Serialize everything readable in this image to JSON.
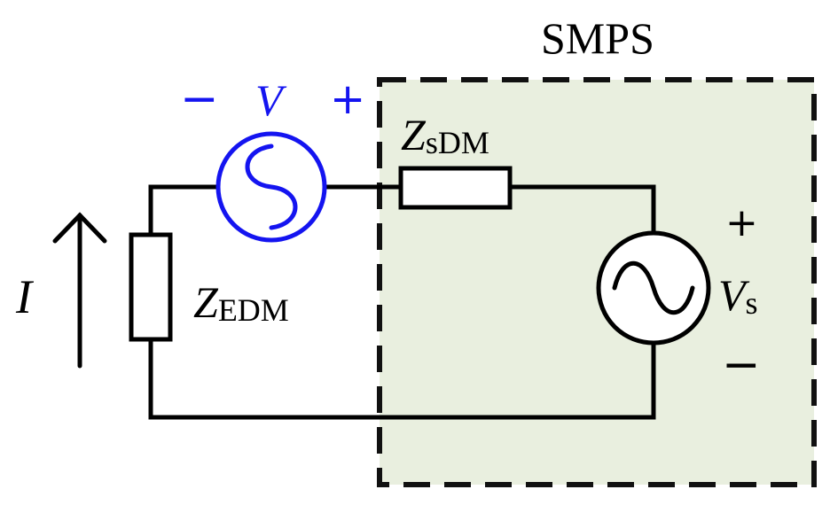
{
  "colors": {
    "wire": "#000000",
    "noise_source": "#1414f0",
    "smps_fill": "#e9efdf",
    "smps_border": "#111111",
    "background": "#ffffff"
  },
  "labels": {
    "smps": "SMPS",
    "noise_minus": "−",
    "noise_v": "V",
    "noise_plus": "+",
    "z_sdm_main": "Z",
    "z_sdm_sub": "sDM",
    "z_edm_main": "Z",
    "z_edm_sub": "EDM",
    "current": "I",
    "vs_plus": "+",
    "vs_main": "V",
    "vs_sub": "s",
    "vs_minus": "−"
  },
  "icons": {
    "noise_source": "ac-source-icon",
    "vs_source": "ac-source-icon",
    "current_arrow": "arrow-up-icon",
    "resistor": "impedance-box-icon"
  }
}
